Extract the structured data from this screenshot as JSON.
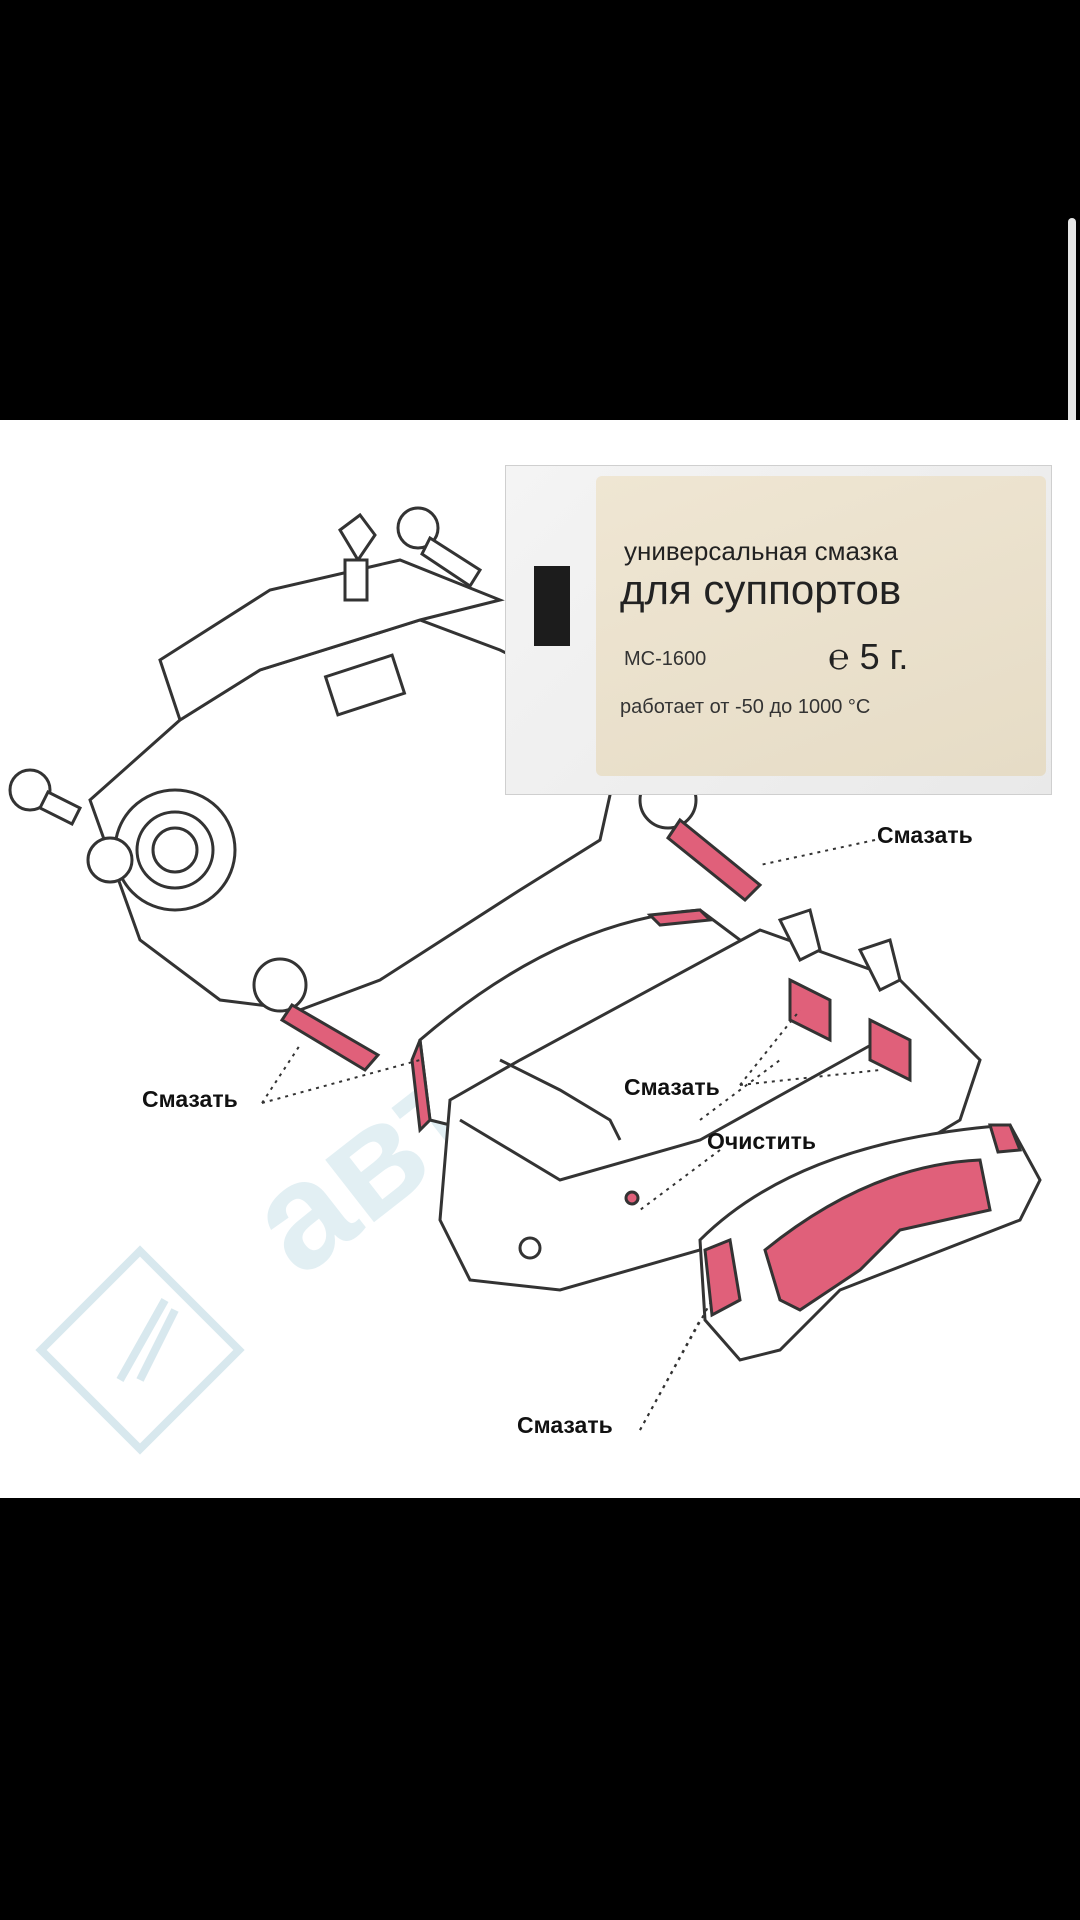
{
  "packet": {
    "line1": "универсальная смазка",
    "line2": "для суппортов",
    "code": "МС-1600",
    "weight": "℮ 5 г.",
    "temperature": "работает от -50 до 1000 °С"
  },
  "callouts": {
    "top_right": "Смазать",
    "left": "Смазать",
    "center": "Смазать",
    "clean": "Очистить",
    "bottom": "Смазать"
  },
  "colors": {
    "grease_highlight": "#e0607a",
    "watermark": "#cfe3ea",
    "line_art": "#333333"
  },
  "watermark": "авто"
}
